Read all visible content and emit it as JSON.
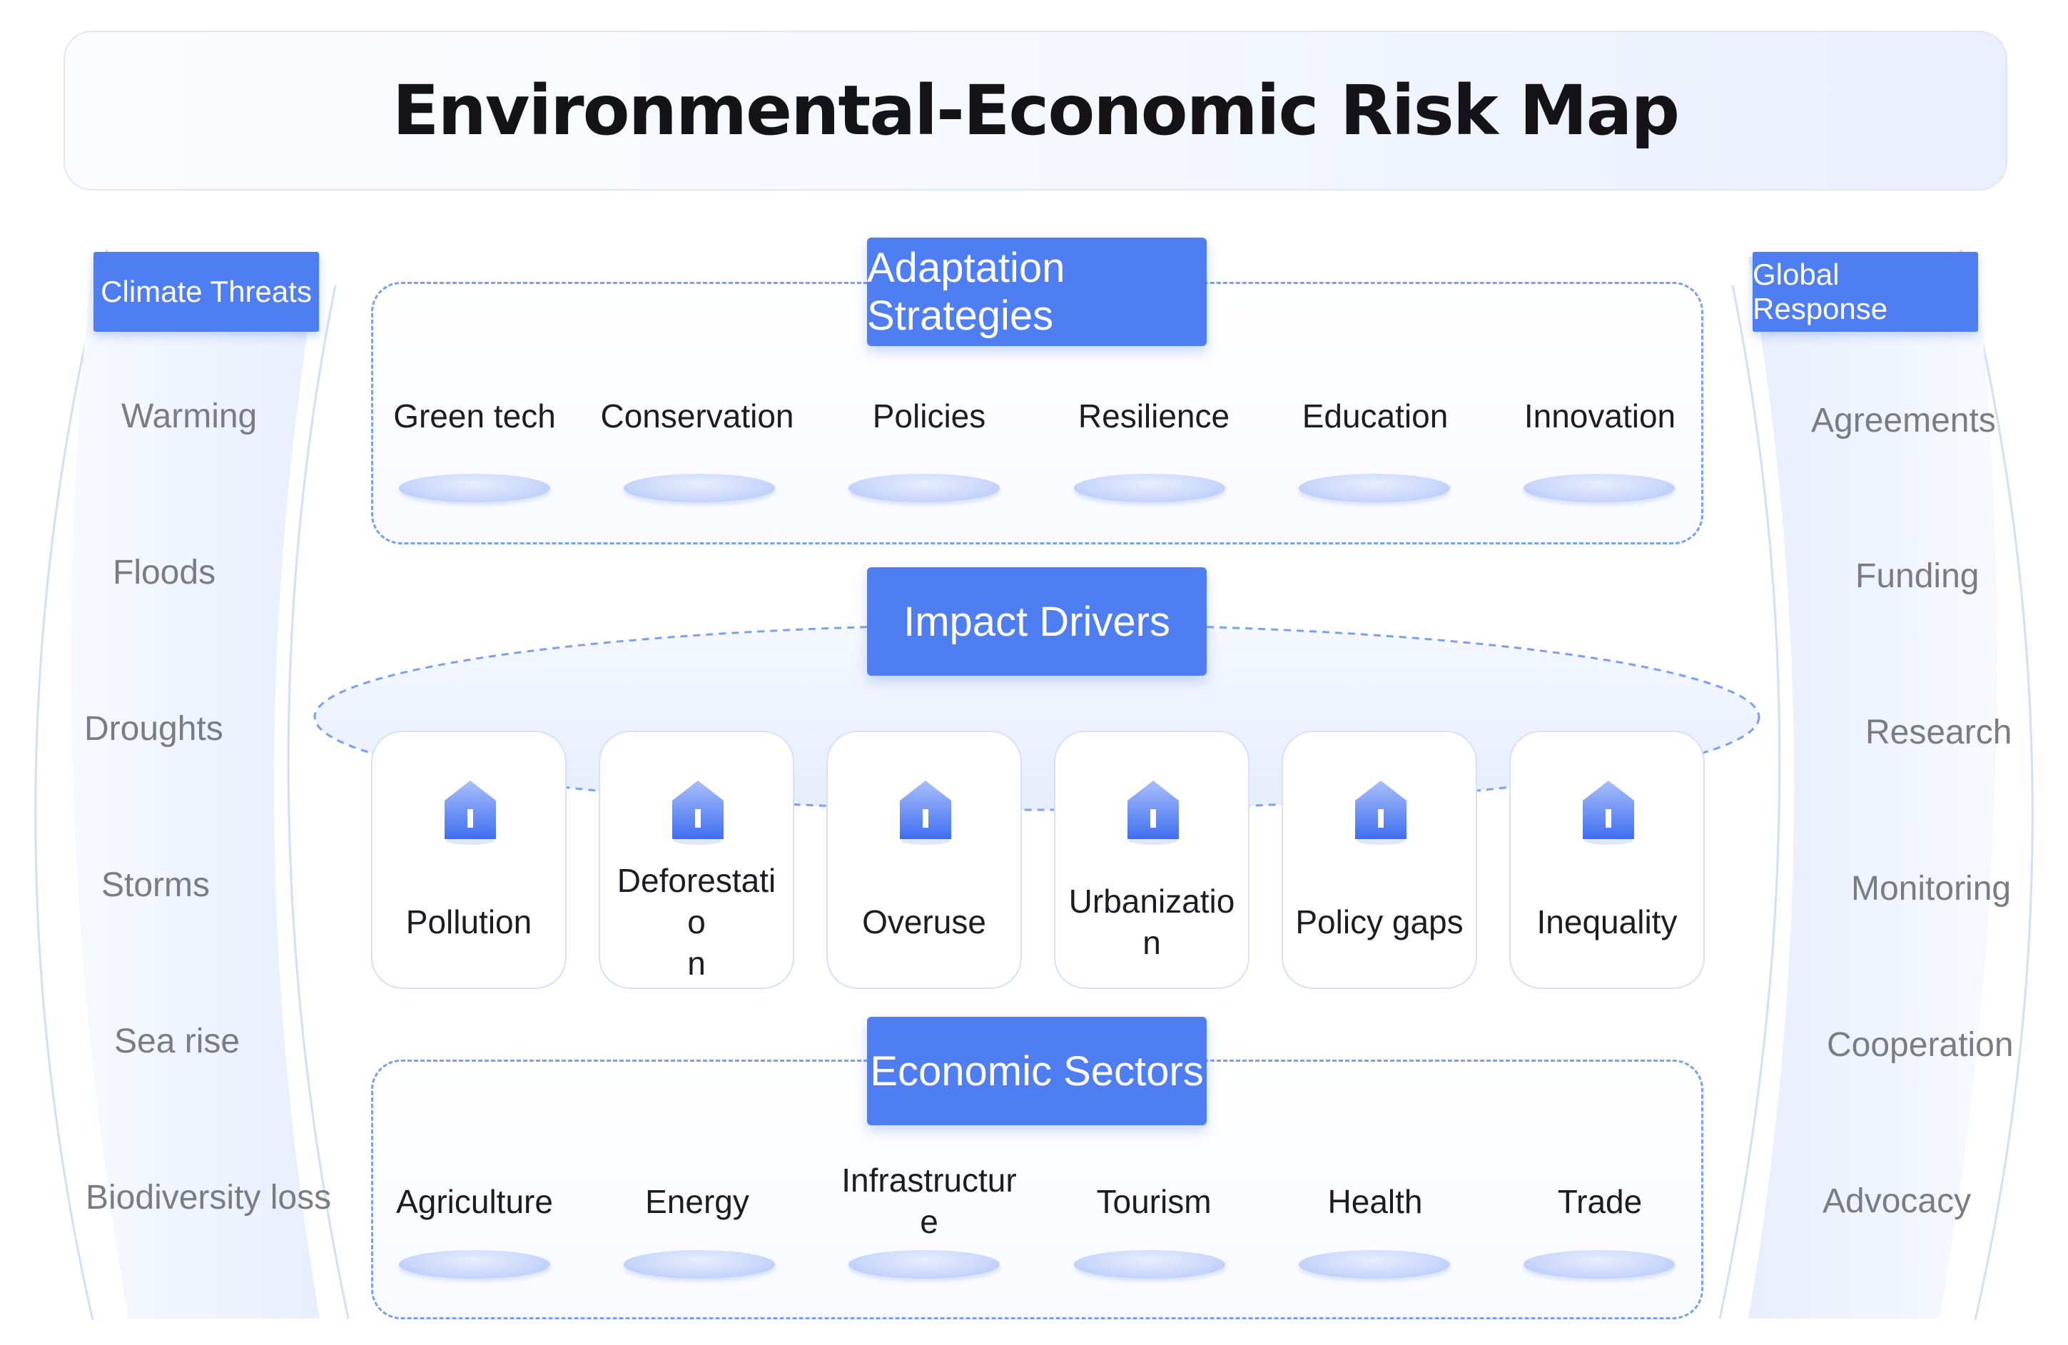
{
  "title": "Environmental-Economic Risk Map",
  "colors": {
    "accent": "#4f7ef2",
    "dash": "#7aa0ee",
    "panel": "#eef2fd",
    "muted_text": "#7b7c82"
  },
  "left_panel": {
    "header": "Climate Threats",
    "items": [
      "Warming",
      "Floods",
      "Droughts",
      "Storms",
      "Sea rise",
      "Biodiversity loss"
    ]
  },
  "right_panel": {
    "header": "Global Response",
    "items": [
      "Agreements",
      "Funding",
      "Research",
      "Monitoring",
      "Cooperation",
      "Advocacy"
    ]
  },
  "adaptation": {
    "header": "Adaptation Strategies",
    "items": [
      "Green tech",
      "Conservation",
      "Policies",
      "Resilience",
      "Education",
      "Innovation"
    ]
  },
  "drivers": {
    "header": "Impact Drivers",
    "icon": "house-icon",
    "items": [
      "Pollution",
      "Deforestatio\nn",
      "Overuse",
      "Urbanizatio\nn",
      "Policy gaps",
      "Inequality"
    ]
  },
  "sectors": {
    "header": "Economic Sectors",
    "items": [
      "Agriculture",
      "Energy",
      "Infrastructur\ne",
      "Tourism",
      "Health",
      "Trade"
    ]
  }
}
